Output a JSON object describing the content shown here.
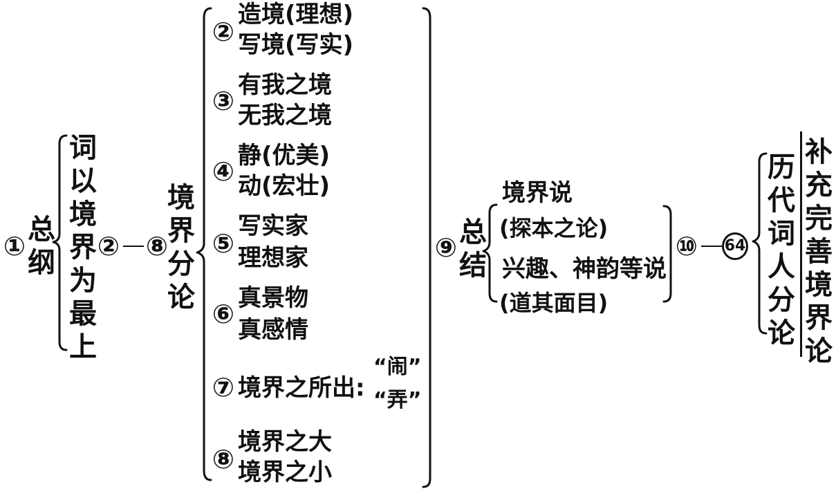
{
  "root": {
    "circle": "①",
    "label_chars": [
      "总",
      "纲"
    ],
    "items_chars": [
      "词",
      "以",
      "境",
      "界",
      "为",
      "最",
      "上"
    ]
  },
  "range_a": {
    "from": "②",
    "to": "⑧"
  },
  "fenlun": {
    "label_chars": [
      "境",
      "界",
      "分",
      "论"
    ],
    "groups": [
      {
        "num": "②",
        "lines": [
          "造境(理想)",
          "写境(写实)"
        ]
      },
      {
        "num": "③",
        "lines": [
          "有我之境",
          "无我之境"
        ]
      },
      {
        "num": "④",
        "lines": [
          "静(优美)",
          "动(宏壮)"
        ]
      },
      {
        "num": "⑤",
        "lines": [
          "写实家",
          "理想家"
        ]
      },
      {
        "num": "⑥",
        "lines": [
          "真景物",
          "真感情"
        ]
      },
      {
        "num": "⑦",
        "lead": "境界之所出:",
        "quotes": [
          "“闹”",
          "“弄”"
        ]
      },
      {
        "num": "⑧",
        "lines": [
          "境界之大",
          "境界之小"
        ]
      }
    ]
  },
  "zongjie": {
    "circle": "⑨",
    "label_chars": [
      "总",
      "结"
    ],
    "items": [
      {
        "main": "境界说",
        "sub": "(探本之论)"
      },
      {
        "main": "兴趣、神韵等说",
        "sub": "(道其面目)"
      }
    ]
  },
  "range_b": {
    "from": "⑩",
    "to": "64"
  },
  "lidai": {
    "chars": [
      "历",
      "代",
      "词",
      "人",
      "分",
      "论"
    ]
  },
  "buchong": {
    "chars": [
      "补",
      "充",
      "完",
      "善",
      "境",
      "界",
      "论"
    ]
  }
}
